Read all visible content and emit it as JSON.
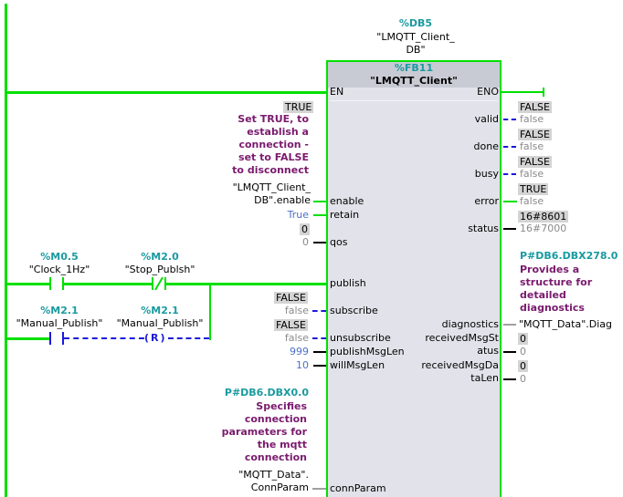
{
  "instance_db": {
    "address": "%DB5",
    "name_line1": "\"LMQTT_Client_",
    "name_line2": "DB\""
  },
  "block": {
    "address": "%FB11",
    "name": "\"LMQTT_Client\""
  },
  "pins": {
    "inputs": {
      "en": "EN",
      "enable": "enable",
      "retain": "retain",
      "qos": "qos",
      "publish": "publish",
      "subscribe": "subscribe",
      "unsubscribe": "unsubscribe",
      "publishMsgLen": "publishMsgLen",
      "willMsgLen": "willMsgLen",
      "connParam": "connParam"
    },
    "outputs": {
      "eno": "ENO",
      "valid": "valid",
      "done": "done",
      "busy": "busy",
      "error": "error",
      "status": "status",
      "diagnostics": "diagnostics",
      "receivedMsgStatus_l1": "receivedMsgSt",
      "receivedMsgStatus_l2": "atus",
      "receivedMsgDataLen_l1": "receivedMsgDa",
      "receivedMsgDataLen_l2": "taLen"
    }
  },
  "enable_param": {
    "monitor": "TRUE",
    "comment": [
      "Set TRUE, to",
      "establish a",
      "connection -",
      "set to FALSE",
      "to disconnect"
    ],
    "operand_l1": "\"LMQTT_Client_",
    "operand_l2": "DB\".enable"
  },
  "retain_param": {
    "value": "True"
  },
  "qos_param": {
    "monitor": "0",
    "value": "0"
  },
  "contacts": [
    {
      "address": "%M0.5",
      "name": "\"Clock_1Hz\"",
      "type": "NO"
    },
    {
      "address": "%M2.0",
      "name": "\"Stop_Publsh\"",
      "type": "NC"
    },
    {
      "address": "%M2.1",
      "name": "\"Manual_Publish\"",
      "type": "NO"
    },
    {
      "address": "%M2.1",
      "name": "\"Manual_Publish\"",
      "type": "R",
      "coil_label": "R"
    }
  ],
  "subscribe_param": {
    "monitor": "FALSE",
    "value": "false"
  },
  "unsubscribe_param": {
    "monitor": "FALSE",
    "value": "false"
  },
  "publishMsgLen_param": {
    "value": "999"
  },
  "willMsgLen_param": {
    "value": "10"
  },
  "connParam": {
    "pointer": "P#DB6.DBX0.0",
    "comment": [
      "Specifies",
      "connection",
      "parameters for",
      "the mqtt",
      "connection"
    ],
    "operand_l1": "\"MQTT_Data\".",
    "operand_l2": "ConnParam"
  },
  "outputs_values": {
    "valid": {
      "monitor": "FALSE",
      "value": "false"
    },
    "done": {
      "monitor": "FALSE",
      "value": "false"
    },
    "busy": {
      "monitor": "FALSE",
      "value": "false"
    },
    "error": {
      "monitor": "TRUE",
      "value": "false"
    },
    "status": {
      "monitor": "16#8601",
      "value": "16#7000"
    },
    "diagnostics": {
      "pointer": "P#DB6.DBX278.0",
      "comment": [
        "Provides a",
        "structure for",
        "detailed",
        "diagnostics"
      ],
      "operand": "\"MQTT_Data\".Diag"
    },
    "receivedMsgStatus": {
      "monitor": "0",
      "value": "0"
    },
    "receivedMsgDataLen": {
      "monitor": "0",
      "value": "0"
    }
  },
  "colors": {
    "energized": "#00e000",
    "not_energized": "#1a1adc",
    "pointer": "#1a9aa0",
    "comment": "#7a1a6e"
  }
}
